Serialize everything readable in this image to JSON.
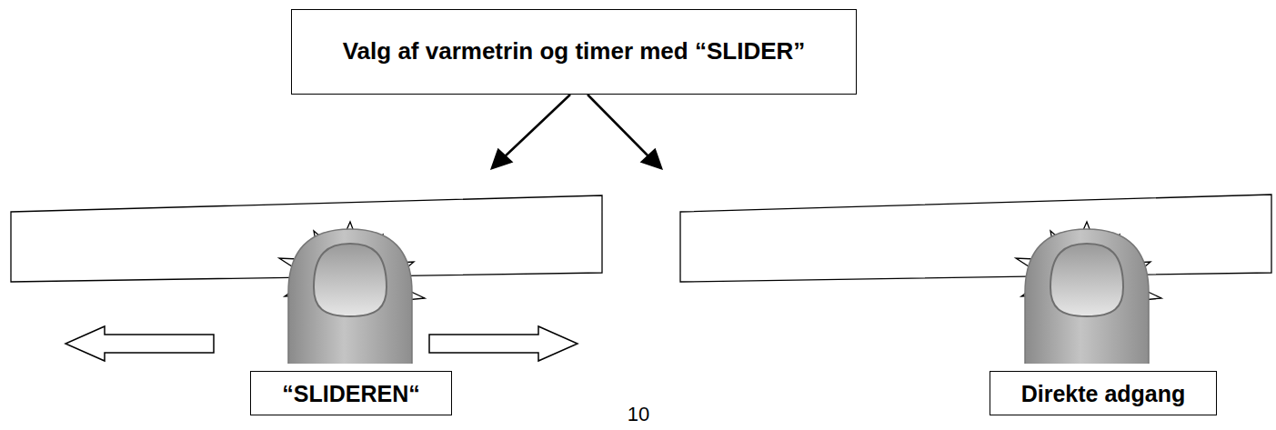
{
  "diagram": {
    "nodes": [
      {
        "text": [
          "Valg af varmetrin og timer med “SLIDER”"
        ]
      },
      {
        "text": [
          "“SLIDEREN“"
        ]
      },
      {
        "text": [
          "Direkte adgang"
        ]
      }
    ],
    "labels": [
      "10"
    ]
  }
}
